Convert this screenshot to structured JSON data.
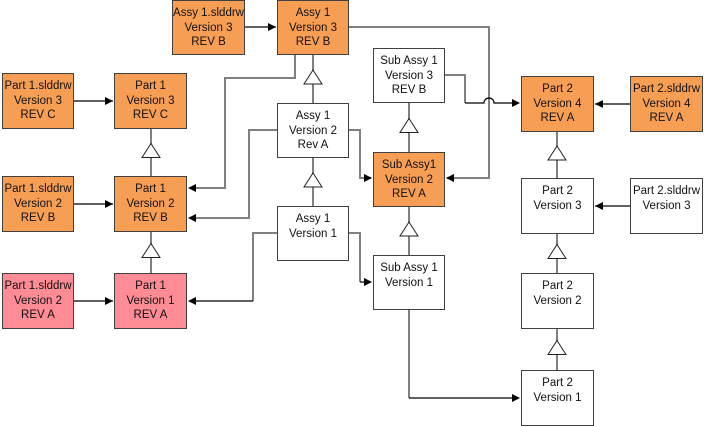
{
  "diagram": {
    "colors": {
      "released": "#f79e55",
      "initial": "#ff8b95",
      "work_in_progress": "#ffffff",
      "line_gray": "#808080",
      "line_black": "#000000"
    },
    "nodes": [
      {
        "id": "assy1-drw-v3",
        "fill": "orange",
        "lines": [
          "Assy 1.slddrw",
          "Version 3",
          "REV B"
        ]
      },
      {
        "id": "assy1-v3",
        "fill": "orange",
        "lines": [
          "Assy 1",
          "Version 3",
          "REV B"
        ]
      },
      {
        "id": "part1-drw-v3",
        "fill": "orange",
        "lines": [
          "Part 1.slddrw",
          "Version 3",
          "REV C"
        ]
      },
      {
        "id": "part1-v3",
        "fill": "orange",
        "lines": [
          "Part 1",
          "Version 3",
          "REV C"
        ]
      },
      {
        "id": "sub-assy1-v3",
        "fill": "white",
        "lines": [
          "Sub Assy 1",
          "Version 3",
          "REV B"
        ]
      },
      {
        "id": "assy1-v2",
        "fill": "white",
        "lines": [
          "Assy 1",
          "Version 2",
          "Rev A"
        ]
      },
      {
        "id": "part2-v4",
        "fill": "orange",
        "lines": [
          "Part 2",
          "Version 4",
          "REV A"
        ]
      },
      {
        "id": "part2-drw-v4",
        "fill": "orange",
        "lines": [
          "Part 2.slddrw",
          "Version 4",
          "REV A"
        ]
      },
      {
        "id": "part1-drw-v2",
        "fill": "orange",
        "lines": [
          "Part 1.slddrw",
          "Version 2",
          "REV B"
        ]
      },
      {
        "id": "part1-v2",
        "fill": "orange",
        "lines": [
          "Part 1",
          "Version 2",
          "REV B"
        ]
      },
      {
        "id": "sub-assy1-v2",
        "fill": "orange",
        "lines": [
          "Sub Assy1",
          "Version 2",
          "REV A"
        ]
      },
      {
        "id": "part2-v3",
        "fill": "white",
        "lines": [
          "Part 2",
          "Version 3"
        ]
      },
      {
        "id": "part2-drw-v3",
        "fill": "white",
        "lines": [
          "Part 2.slddrw",
          "Version 3"
        ]
      },
      {
        "id": "assy1-v1",
        "fill": "white",
        "lines": [
          "Assy 1",
          "Version 1"
        ]
      },
      {
        "id": "part1-drw-v2-reva",
        "fill": "pink",
        "lines": [
          "Part 1.slddrw",
          "Version 2",
          "REV A"
        ]
      },
      {
        "id": "part1-v1",
        "fill": "pink",
        "lines": [
          "Part 1",
          "Version 1",
          "REV A"
        ]
      },
      {
        "id": "sub-assy1-v1",
        "fill": "white",
        "lines": [
          "Sub Assy 1",
          "Version 1"
        ]
      },
      {
        "id": "part2-v2",
        "fill": "white",
        "lines": [
          "Part 2",
          "Version 2"
        ]
      },
      {
        "id": "part2-v1",
        "fill": "white",
        "lines": [
          "Part 2",
          "Version 1"
        ]
      }
    ],
    "references": [
      {
        "from": "assy1-drw-v3",
        "to": "assy1-v3"
      },
      {
        "from": "part1-drw-v3",
        "to": "part1-v3"
      },
      {
        "from": "part1-drw-v2",
        "to": "part1-v2"
      },
      {
        "from": "part1-drw-v2-reva",
        "to": "part1-v1"
      },
      {
        "from": "part2-drw-v4",
        "to": "part2-v4"
      },
      {
        "from": "part2-drw-v3",
        "to": "part2-v3"
      },
      {
        "from": "assy1-v3",
        "to": "part1-v2"
      },
      {
        "from": "assy1-v3",
        "to": "sub-assy1-v2"
      },
      {
        "from": "assy1-v2",
        "to": "part1-v2"
      },
      {
        "from": "assy1-v2",
        "to": "sub-assy1-v2"
      },
      {
        "from": "assy1-v1",
        "to": "part1-v1"
      },
      {
        "from": "assy1-v1",
        "to": "sub-assy1-v1"
      },
      {
        "from": "sub-assy1-v3",
        "to": "part2-v4"
      },
      {
        "from": "sub-assy1-v1",
        "to": "part2-v1"
      }
    ],
    "version_succession": [
      {
        "older": "part1-v1",
        "newer": "part1-v2"
      },
      {
        "older": "part1-v2",
        "newer": "part1-v3"
      },
      {
        "older": "assy1-v1",
        "newer": "assy1-v2"
      },
      {
        "older": "assy1-v2",
        "newer": "assy1-v3"
      },
      {
        "older": "sub-assy1-v1",
        "newer": "sub-assy1-v2"
      },
      {
        "older": "sub-assy1-v2",
        "newer": "sub-assy1-v3"
      },
      {
        "older": "part2-v1",
        "newer": "part2-v2"
      },
      {
        "older": "part2-v2",
        "newer": "part2-v3"
      },
      {
        "older": "part2-v3",
        "newer": "part2-v4"
      }
    ]
  }
}
